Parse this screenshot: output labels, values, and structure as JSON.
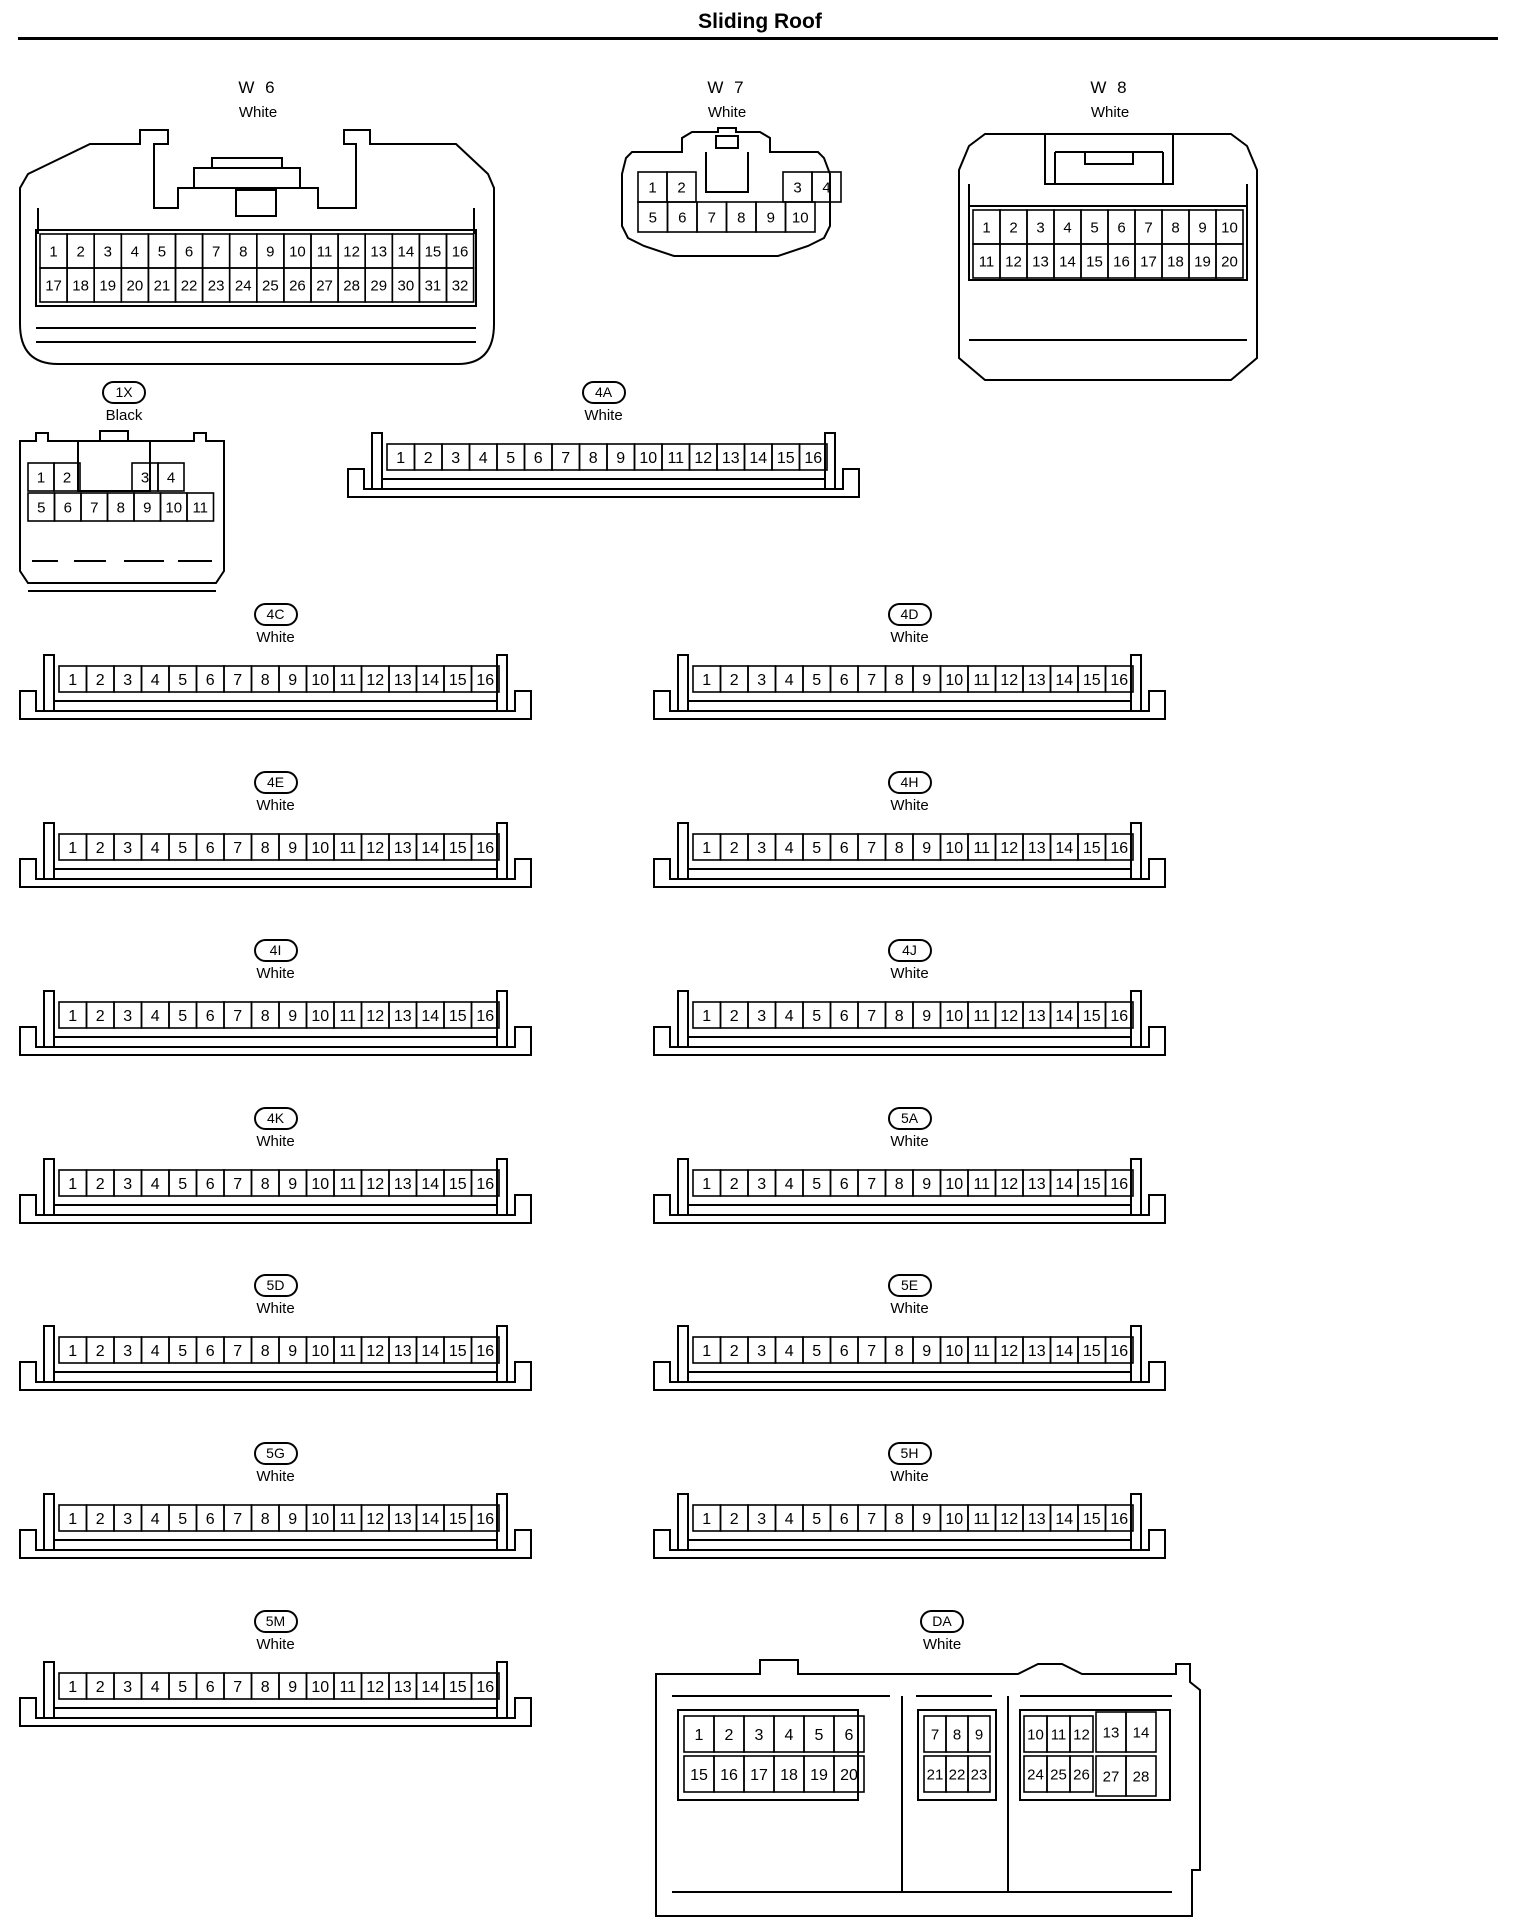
{
  "title": "Sliding Roof",
  "connectors": [
    {
      "id": "W 6",
      "color": "White",
      "type": "w6",
      "pill": false,
      "rows": [
        [
          "1",
          "2",
          "3",
          "4",
          "5",
          "6",
          "7",
          "8",
          "9",
          "10",
          "11",
          "12",
          "13",
          "14",
          "15",
          "16"
        ],
        [
          "17",
          "18",
          "19",
          "20",
          "21",
          "22",
          "23",
          "24",
          "25",
          "26",
          "27",
          "28",
          "29",
          "30",
          "31",
          "32"
        ]
      ]
    },
    {
      "id": "W 7",
      "color": "White",
      "type": "w7",
      "pill": false,
      "rows": [
        [
          "1",
          "2",
          "",
          "",
          "",
          "3",
          "4"
        ],
        [
          "5",
          "6",
          "7",
          "8",
          "9",
          "10"
        ]
      ]
    },
    {
      "id": "W 8",
      "color": "White",
      "type": "w8",
      "pill": false,
      "rows": [
        [
          "1",
          "2",
          "3",
          "4",
          "5",
          "6",
          "7",
          "8",
          "9",
          "10"
        ],
        [
          "11",
          "12",
          "13",
          "14",
          "15",
          "16",
          "17",
          "18",
          "19",
          "20"
        ]
      ]
    },
    {
      "id": "1X",
      "color": "Black",
      "type": "1x",
      "pill": true,
      "rows": [
        [
          "1",
          "2",
          "",
          "",
          "3",
          "4"
        ],
        [
          "5",
          "6",
          "7",
          "8",
          "9",
          "10",
          "11"
        ]
      ]
    },
    {
      "id": "4A",
      "color": "White",
      "type": "strip",
      "pill": true,
      "pins": [
        "1",
        "2",
        "3",
        "4",
        "5",
        "6",
        "7",
        "8",
        "9",
        "10",
        "11",
        "12",
        "13",
        "14",
        "15",
        "16"
      ]
    },
    {
      "id": "4C",
      "color": "White",
      "type": "strip",
      "pill": true,
      "pins": [
        "1",
        "2",
        "3",
        "4",
        "5",
        "6",
        "7",
        "8",
        "9",
        "10",
        "11",
        "12",
        "13",
        "14",
        "15",
        "16"
      ]
    },
    {
      "id": "4D",
      "color": "White",
      "type": "strip",
      "pill": true,
      "pins": [
        "1",
        "2",
        "3",
        "4",
        "5",
        "6",
        "7",
        "8",
        "9",
        "10",
        "11",
        "12",
        "13",
        "14",
        "15",
        "16"
      ]
    },
    {
      "id": "4E",
      "color": "White",
      "type": "strip",
      "pill": true,
      "pins": [
        "1",
        "2",
        "3",
        "4",
        "5",
        "6",
        "7",
        "8",
        "9",
        "10",
        "11",
        "12",
        "13",
        "14",
        "15",
        "16"
      ]
    },
    {
      "id": "4H",
      "color": "White",
      "type": "strip",
      "pill": true,
      "pins": [
        "1",
        "2",
        "3",
        "4",
        "5",
        "6",
        "7",
        "8",
        "9",
        "10",
        "11",
        "12",
        "13",
        "14",
        "15",
        "16"
      ]
    },
    {
      "id": "4I",
      "color": "White",
      "type": "strip",
      "pill": true,
      "pins": [
        "1",
        "2",
        "3",
        "4",
        "5",
        "6",
        "7",
        "8",
        "9",
        "10",
        "11",
        "12",
        "13",
        "14",
        "15",
        "16"
      ]
    },
    {
      "id": "4J",
      "color": "White",
      "type": "strip",
      "pill": true,
      "pins": [
        "1",
        "2",
        "3",
        "4",
        "5",
        "6",
        "7",
        "8",
        "9",
        "10",
        "11",
        "12",
        "13",
        "14",
        "15",
        "16"
      ]
    },
    {
      "id": "4K",
      "color": "White",
      "type": "strip",
      "pill": true,
      "pins": [
        "1",
        "2",
        "3",
        "4",
        "5",
        "6",
        "7",
        "8",
        "9",
        "10",
        "11",
        "12",
        "13",
        "14",
        "15",
        "16"
      ]
    },
    {
      "id": "5A",
      "color": "White",
      "type": "strip",
      "pill": true,
      "pins": [
        "1",
        "2",
        "3",
        "4",
        "5",
        "6",
        "7",
        "8",
        "9",
        "10",
        "11",
        "12",
        "13",
        "14",
        "15",
        "16"
      ]
    },
    {
      "id": "5D",
      "color": "White",
      "type": "strip",
      "pill": true,
      "pins": [
        "1",
        "2",
        "3",
        "4",
        "5",
        "6",
        "7",
        "8",
        "9",
        "10",
        "11",
        "12",
        "13",
        "14",
        "15",
        "16"
      ]
    },
    {
      "id": "5E",
      "color": "White",
      "type": "strip",
      "pill": true,
      "pins": [
        "1",
        "2",
        "3",
        "4",
        "5",
        "6",
        "7",
        "8",
        "9",
        "10",
        "11",
        "12",
        "13",
        "14",
        "15",
        "16"
      ]
    },
    {
      "id": "5G",
      "color": "White",
      "type": "strip",
      "pill": true,
      "pins": [
        "1",
        "2",
        "3",
        "4",
        "5",
        "6",
        "7",
        "8",
        "9",
        "10",
        "11",
        "12",
        "13",
        "14",
        "15",
        "16"
      ]
    },
    {
      "id": "5H",
      "color": "White",
      "type": "strip",
      "pill": true,
      "pins": [
        "1",
        "2",
        "3",
        "4",
        "5",
        "6",
        "7",
        "8",
        "9",
        "10",
        "11",
        "12",
        "13",
        "14",
        "15",
        "16"
      ]
    },
    {
      "id": "5M",
      "color": "White",
      "type": "strip",
      "pill": true,
      "pins": [
        "1",
        "2",
        "3",
        "4",
        "5",
        "6",
        "7",
        "8",
        "9",
        "10",
        "11",
        "12",
        "13",
        "14",
        "15",
        "16"
      ]
    },
    {
      "id": "DA",
      "color": "White",
      "type": "da",
      "pill": true,
      "groups": [
        [
          [
            "1",
            "2",
            "3",
            "4",
            "5",
            "6"
          ],
          [
            "15",
            "16",
            "17",
            "18",
            "19",
            "20"
          ]
        ],
        [
          [
            "7",
            "8",
            "9"
          ],
          [
            "21",
            "22",
            "23"
          ]
        ],
        [
          [
            "10",
            "11",
            "12"
          ],
          [
            "24",
            "25",
            "26"
          ]
        ],
        [
          [
            "13",
            "14"
          ],
          [
            "27",
            "28"
          ]
        ]
      ]
    }
  ]
}
